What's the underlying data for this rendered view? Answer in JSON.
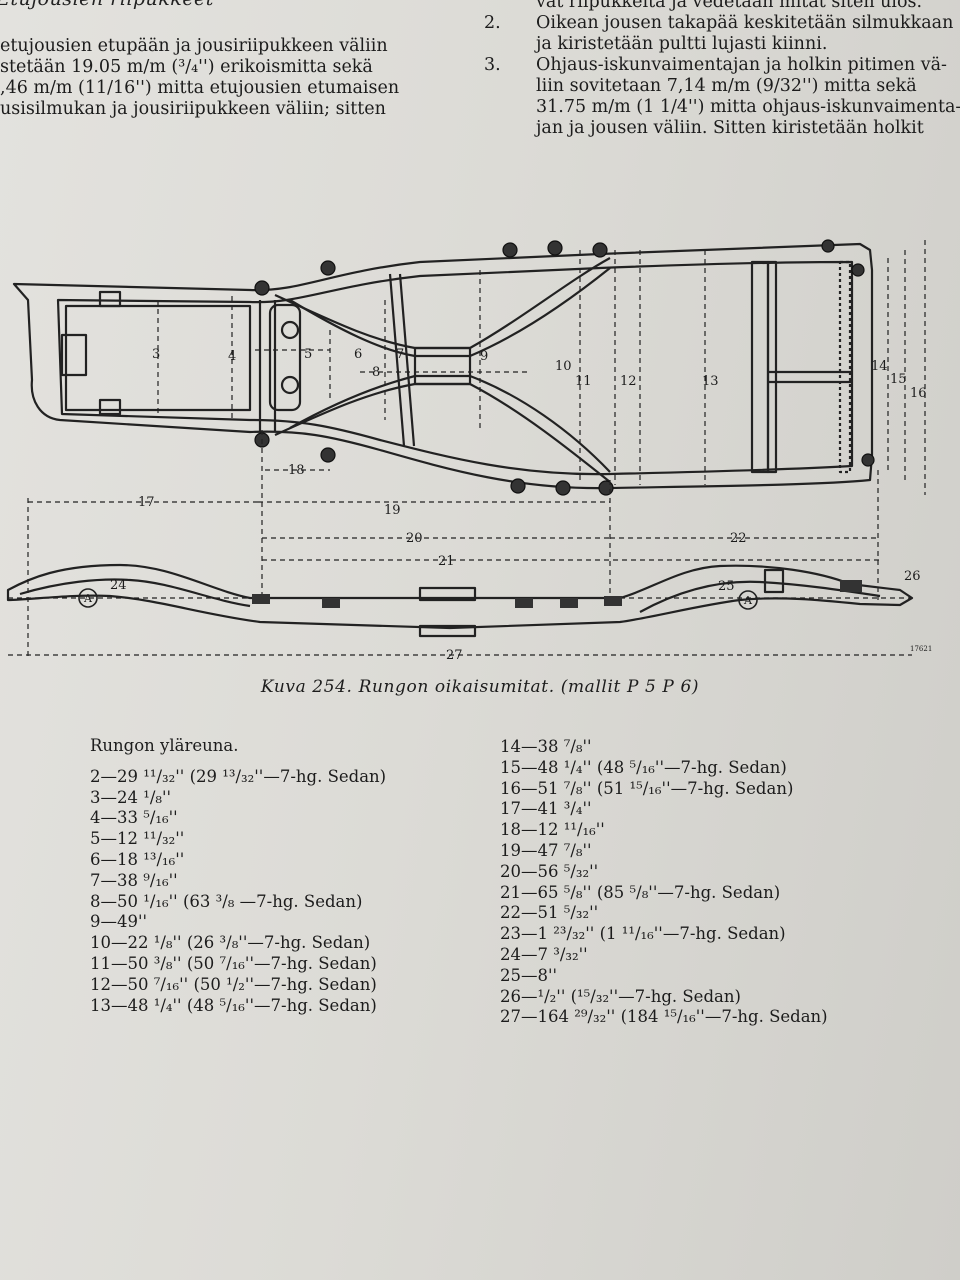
{
  "header": {
    "section_title_fragment": "Etujousien riipukkeet"
  },
  "left_column": {
    "lines": [
      "etujousien etupään ja jousiriipukkeen väliin",
      "stetään 19.05 m/m (³/₄'') erikoismitta sekä",
      ",46 m/m (11/16'') mitta etujousien etumaisen",
      "usisilmukan ja jousiriipukkeen väliin; sitten"
    ]
  },
  "right_column": {
    "steps": [
      {
        "num": "",
        "text": "vat riipukkeita ja vedetään mitat siten ulos."
      },
      {
        "num": "2.",
        "text": "Oikean jousen takapää keskitetään silmukkaan"
      },
      {
        "num": "",
        "text": "ja kiristetään pultti lujasti kiinni."
      },
      {
        "num": "3.",
        "text": "Ohjaus-iskunvaimentajan ja holkin pitimen vä-"
      },
      {
        "num": "",
        "text": "liin sovitetaan 7,14 m/m (9/32'') mitta sekä"
      },
      {
        "num": "",
        "text": "31.75 m/m (1 1/4'') mitta ohjaus-iskunvaimenta-"
      },
      {
        "num": "",
        "text": "jan ja jousen väliin. Sitten kiristetään holkit"
      }
    ]
  },
  "figure": {
    "labels": {
      "d3": "3",
      "d4": "4",
      "d5": "5",
      "d6": "6",
      "d7": "7",
      "d8": "8",
      "d9": "9",
      "d10": "10",
      "d11": "11",
      "d12": "12",
      "d13": "13",
      "d14": "14",
      "d15": "15",
      "d16": "16",
      "d17": "17",
      "d18": "18",
      "d19": "19",
      "d20": "20",
      "d21": "21",
      "d22": "22",
      "d24": "24",
      "d25": "25",
      "d26": "26",
      "d27": "27",
      "pointA": "A",
      "ref": "17621"
    },
    "caption": "Kuva 254.  Rungon oikaisumitat. (mallit P 5 P 6)"
  },
  "dimensions": {
    "title": "Rungon yläreuna.",
    "left": [
      "2—29 ¹¹/₃₂'' (29 ¹³/₃₂''—7-hg. Sedan)",
      "3—24 ¹/₈''",
      "4—33 ⁵/₁₆''",
      "5—12 ¹¹/₃₂''",
      "6—18 ¹³/₁₆''",
      "7—38 ⁹/₁₆''",
      "8—50 ¹/₁₆'' (63 ³/₈ —7-hg. Sedan)",
      "9—49''",
      "10—22 ¹/₈'' (26 ³/₈''—7-hg. Sedan)",
      "11—50 ³/₈'' (50 ⁷/₁₆''—7-hg. Sedan)",
      "12—50 ⁷/₁₆'' (50 ¹/₂''—7-hg. Sedan)",
      "13—48 ¹/₄'' (48 ⁵/₁₆''—7-hg. Sedan)"
    ],
    "right": [
      "14—38 ⁷/₈''",
      "15—48 ¹/₄'' (48 ⁵/₁₆''—7-hg. Sedan)",
      "16—51 ⁷/₈'' (51 ¹⁵/₁₆''—7-hg. Sedan)",
      "17—41 ³/₄''",
      "18—12 ¹¹/₁₆''",
      "19—47 ⁷/₈''",
      "20—56 ⁵/₃₂''",
      "21—65 ⁵/₈'' (85 ⁵/₈''—7-hg. Sedan)",
      "22—51 ⁵/₃₂''",
      "23—1 ²³/₃₂'' (1 ¹¹/₁₆''—7-hg. Sedan)",
      "24—7 ³/₃₂''",
      "25—8''",
      "26—¹/₂'' (¹⁵/₃₂''—7-hg. Sedan)",
      "27—164 ²⁹/₃₂'' (184 ¹⁵/₁₆''—7-hg. Sedan)"
    ]
  }
}
